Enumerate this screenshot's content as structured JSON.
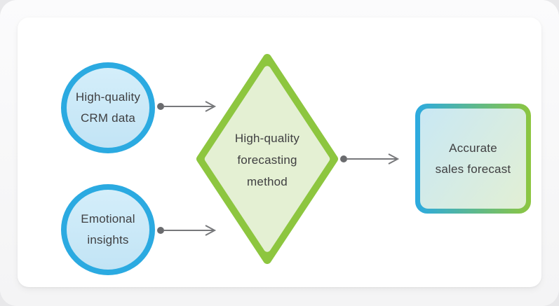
{
  "page": {
    "background_color": "#f5f5f6",
    "card_color": "#ffffff"
  },
  "diagram": {
    "text_color": "#3f3f41",
    "arrow_color": "#77787b",
    "nodes": {
      "crm": {
        "shape": "circle",
        "line1": "High-quality",
        "line2": "CRM data",
        "border_color": "#2baae1",
        "fill_color": "#cbe9f7"
      },
      "emotional": {
        "shape": "circle",
        "line1": "Emotional",
        "line2": "insights",
        "border_color": "#2baae1",
        "fill_color": "#cbe9f7"
      },
      "method": {
        "shape": "diamond",
        "line1": "High-quality",
        "line2": "forecasting",
        "line3": "method",
        "border_color": "#8dc63f",
        "fill_color": "#e4f0d3"
      },
      "forecast": {
        "shape": "rounded-square",
        "line1": "Accurate",
        "line2": "sales forecast",
        "border_gradient": [
          "#2baae1",
          "#8dc63f"
        ],
        "fill_gradient": [
          "#c9e8f4",
          "#e2efd4"
        ]
      }
    },
    "arrows": [
      {
        "from": "crm",
        "to": "method"
      },
      {
        "from": "emotional",
        "to": "method"
      },
      {
        "from": "method",
        "to": "forecast"
      }
    ]
  }
}
